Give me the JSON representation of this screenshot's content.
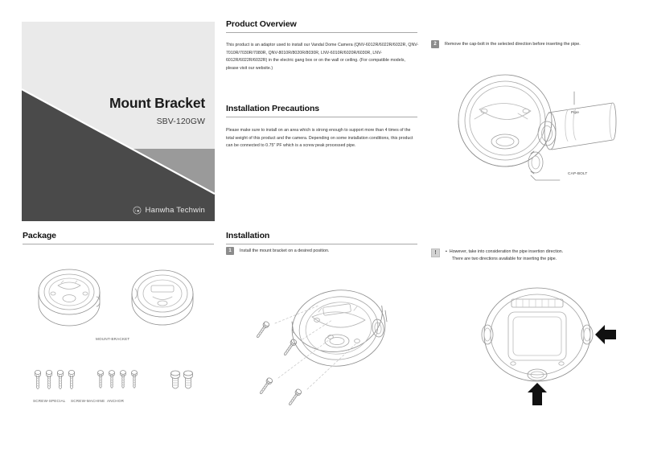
{
  "cover": {
    "title": "Mount Bracket",
    "model": "SBV-120GW",
    "brand": "Hanwha Techwin",
    "logo_icon": "hanwha-swirl-logo-icon",
    "colors": {
      "light": "#eaeaea",
      "dark": "#4a4a4a",
      "mid": "#9a9a9a"
    }
  },
  "sections": {
    "product_overview": {
      "heading": "Product Overview",
      "body": "This product is an adaptor used to install our Vandal Dome Camera (QNV-6012R/6022R/6032R, QNV-7010R/7030R/7080R, QNV-8010R/8020R/8030R, LNV-6010R/6020R/6030R, LNV-6012R/6022R/6032R) in the electric gang box or on the wall or ceiling. (For compatible models, please visit our website.)"
    },
    "installation_precautions": {
      "heading": "Installation Precautions",
      "body": "Please make sure to install on an area which is strong enough to support more than 4 times of the total weight of this product and the camera. Depending on some installation conditions, this product can be connected to 0.75\" PF which is a screw peak processed pipe."
    },
    "package": {
      "heading": "Package",
      "captions": {
        "mount_bracket": "MOUNT-BRACKET",
        "screw_special": "SCREW-SPECIAL",
        "screw_machine": "SCREW-MACHINE",
        "anchor": "ANCHOR"
      }
    },
    "installation": {
      "heading": "Installation",
      "steps": [
        {
          "number": "1",
          "text": "Install the mount bracket on a desired position."
        },
        {
          "number": "2",
          "text": "Remove the cap-bolt in the selected direction before inserting the pipe."
        }
      ],
      "note": {
        "icon": "exclamation-mark",
        "icon_char": "!",
        "bullet": "▪",
        "lines": [
          "However, take into consideration the pipe insertion direction.",
          "There are two directions available for inserting the pipe."
        ]
      },
      "diagram_labels": {
        "pipe": "Pipe",
        "cap_bolt": "CAP-BOLT"
      }
    }
  }
}
